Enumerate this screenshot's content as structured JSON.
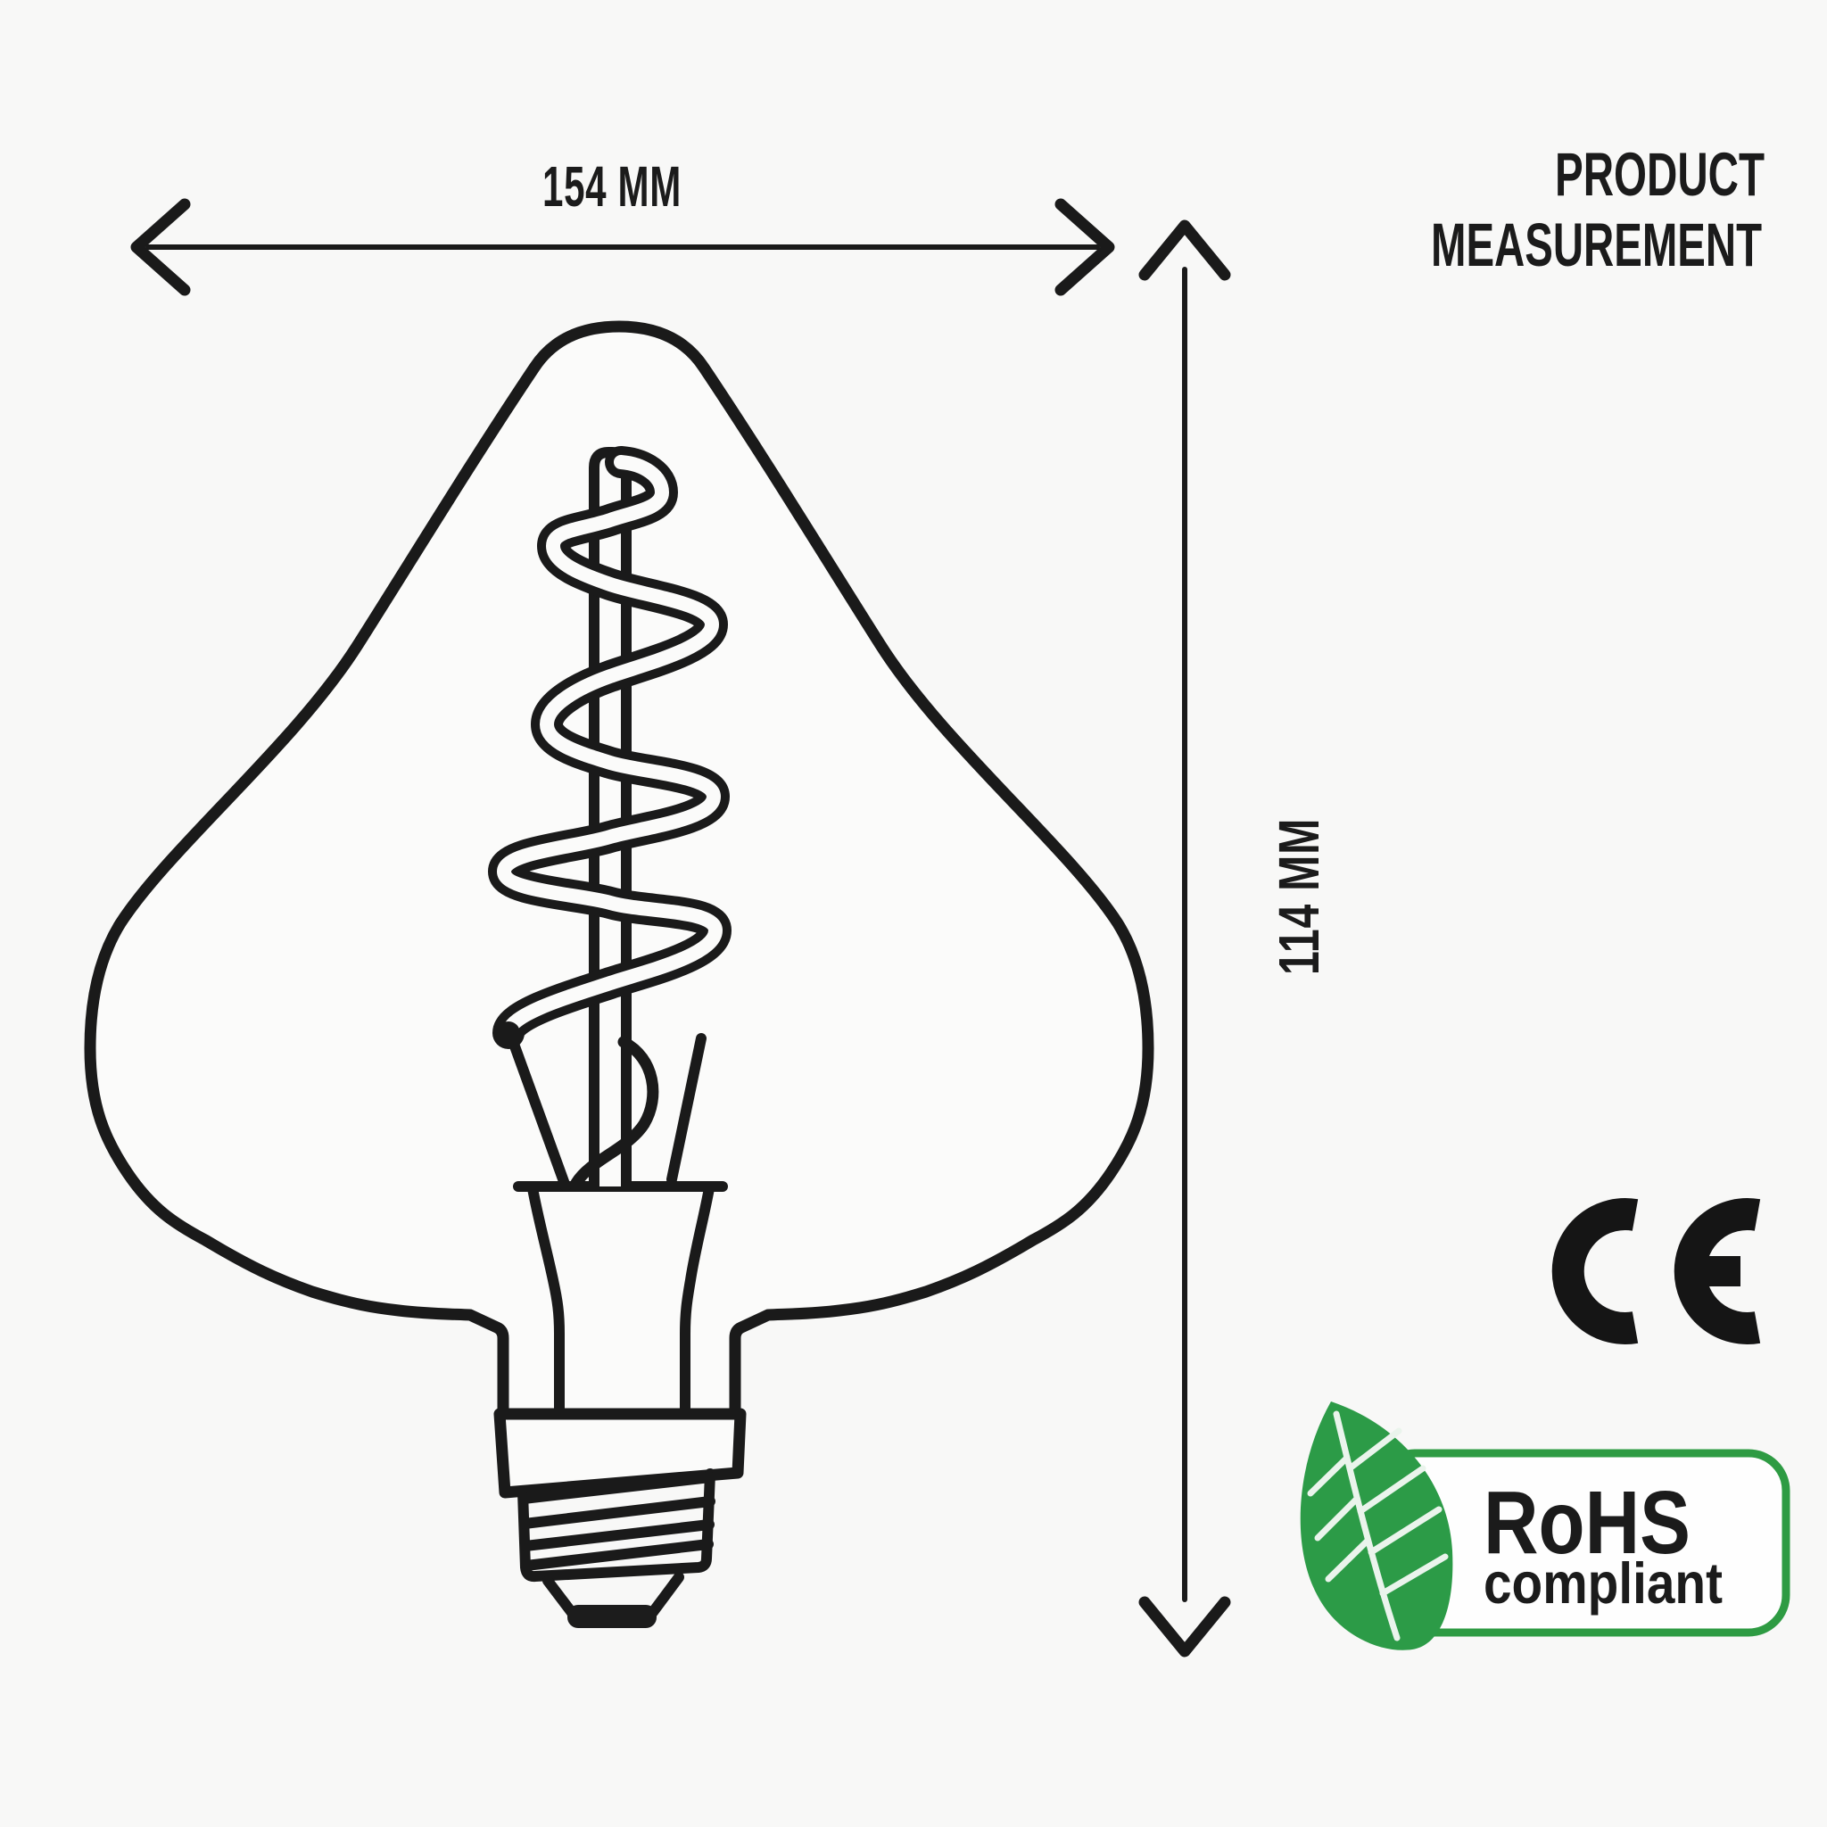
{
  "page": {
    "background_color": "#f8f8f7",
    "ink_color": "#1a1a1a",
    "title_line1": "PRODUCT",
    "title_line2": "MEASUREMENT"
  },
  "dimensions": {
    "width_label": "154 MM",
    "height_label": "114 MM"
  },
  "certifications": {
    "ce_label": "CE",
    "rohs": {
      "title": "RoHS",
      "subtitle": "compliant",
      "border_color": "#2e9b43",
      "leaf_color": "#2c9b47",
      "vein_color": "#eaf4ec"
    }
  }
}
